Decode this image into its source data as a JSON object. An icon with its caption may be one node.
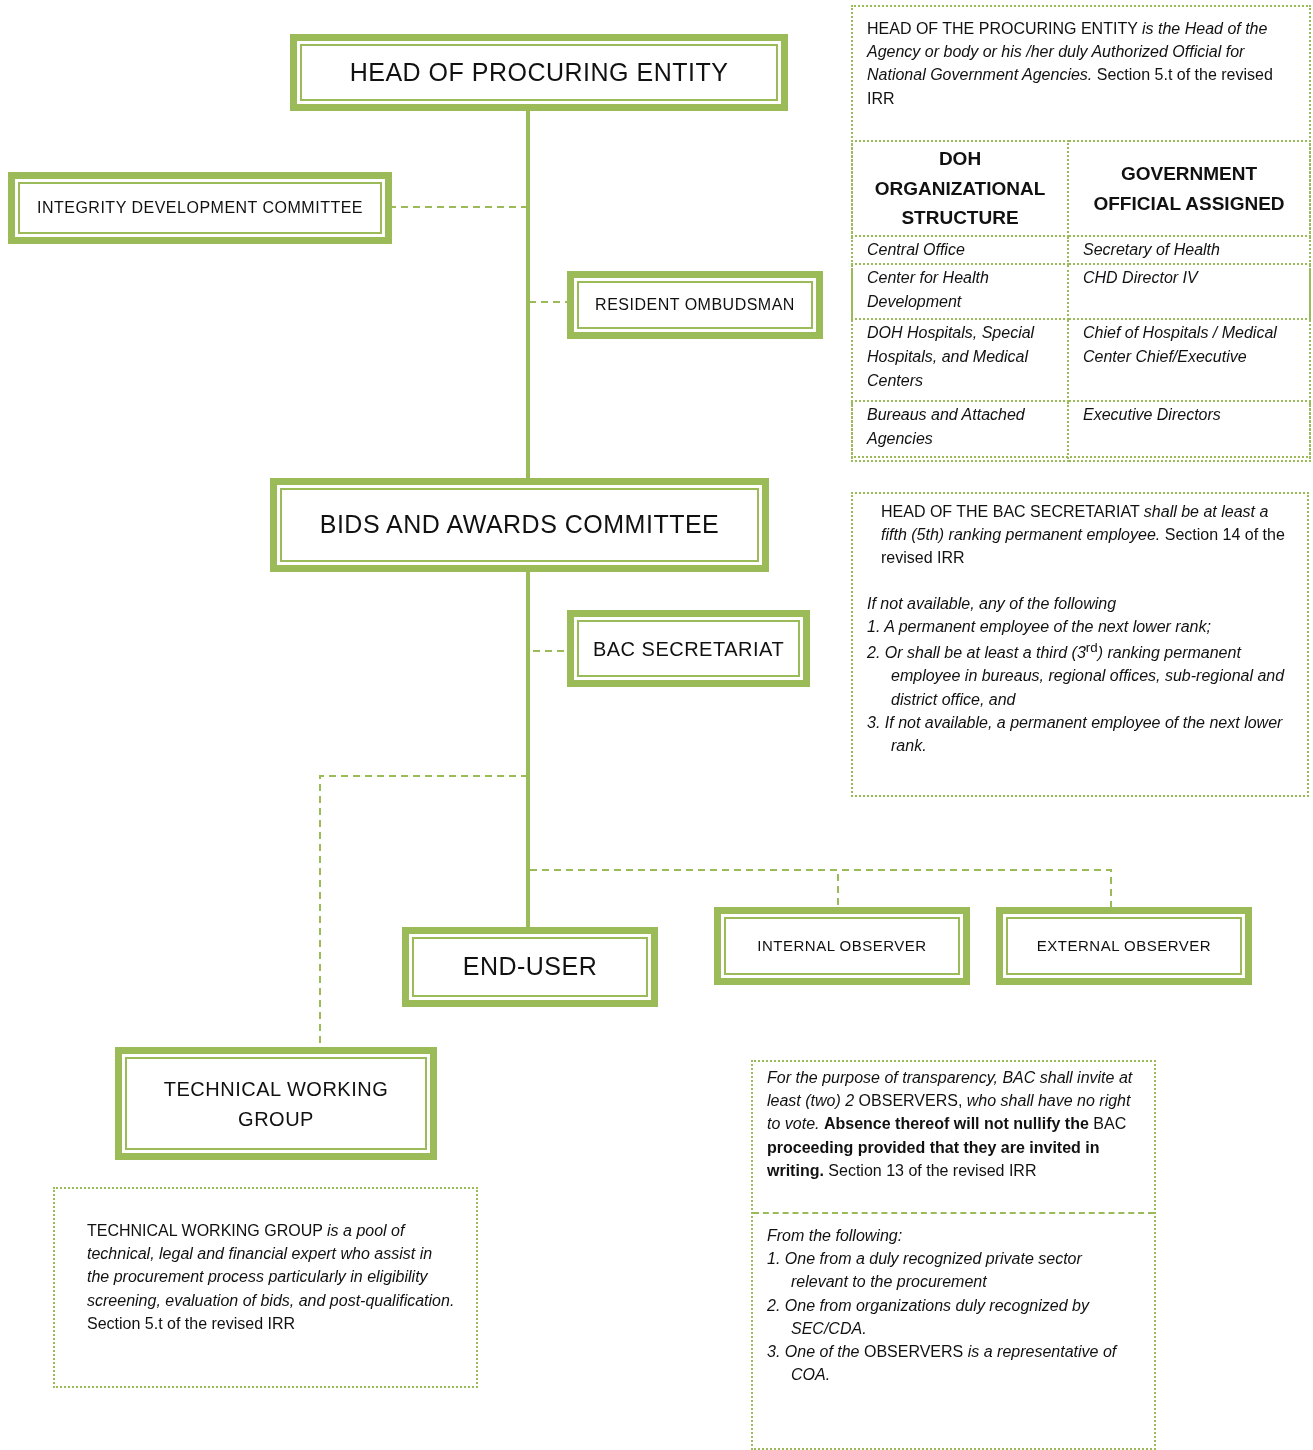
{
  "diagram": {
    "nodes": [
      {
        "text": [
          "HEAD OF PROCURING ENTITY"
        ]
      },
      {
        "text": [
          "INTEGRITY DEVELOPMENT COMMITTEE"
        ]
      },
      {
        "text": [
          "RESIDENT OMBUDSMAN"
        ]
      },
      {
        "text": [
          "BIDS AND AWARDS COMMITTEE"
        ]
      },
      {
        "text": [
          "BAC SECRETARIAT"
        ]
      },
      {
        "text": [
          "INTERNAL OBSERVER"
        ]
      },
      {
        "text": [
          "EXTERNAL OBSERVER"
        ]
      },
      {
        "text": [
          "END-USER"
        ]
      },
      {
        "text": [
          "TECHNICAL WORKING GROUP"
        ]
      },
      {
        "text": [
          "HEAD OF THE PROCURING ENTITY *is the Head of the Agency or body or his /her duly Authorized Official for National Government Agencies.* Section 5.t of the revised IRR"
        ]
      },
      {
        "text": [
          "HEAD OF THE BAC SECRETARIAT *shall be at least a fifth (5th) ranking permanent employee.* Section 14 of the revised IRR",
          "If not available, any of the following",
          "1. A permanent employee of the next lower rank;",
          "*2. Or shall be at least a third (3*$^{rd}$*) ranking permanent employee in bureaus, regional offices, sub-regional and district office, and*",
          "3. If not available, a permanent employee of the next lower rank."
        ]
      },
      {
        "text": [
          "*For the purpose of transparency, BAC shall invite at least (two) 2* OBSERVERS, *who shall have no right to vote.* **Absence thereof will not nullify the** BAC **proceeding provided that they are invited in writing.** Section 13 of the revised IRR",
          "From the following:",
          "1. One from a duly recognized private sector relevant to the procurement",
          "2. One from organizations duly recognized by SEC/CDA.",
          "*3. One of the* OBSERVERS *is a representative of COA.*"
        ]
      },
      {
        "text": [
          "TECHNICAL WORKING GROUP *is a pool of technical, legal and financial expert who assist in the procurement process particularly in eligibility screening, evaluation of bids, and post-qualification.* Section 5.t of the revised IRR"
        ]
      }
    ],
    "edges": [
      {
        "from": 0,
        "to": 3,
        "arrow": "none"
      },
      {
        "from": 0,
        "to": 1,
        "arrow": "none",
        "style": "dashed"
      },
      {
        "from": 0,
        "to": 2,
        "arrow": "none",
        "style": "dashed"
      },
      {
        "from": 3,
        "to": 4,
        "arrow": "none",
        "style": "dashed"
      },
      {
        "from": 3,
        "to": 7,
        "arrow": "none"
      },
      {
        "from": 3,
        "to": 5,
        "arrow": "none",
        "style": "dashed"
      },
      {
        "from": 3,
        "to": 6,
        "arrow": "none",
        "style": "dashed"
      },
      {
        "from": 3,
        "to": 8,
        "arrow": "none",
        "style": "dashed"
      }
    ],
    "labels": [
      "DOH ORGANIZATIONAL STRUCTURE",
      "GOVERNMENT OFFICIAL ASSIGNED",
      "Central Office",
      "Secretary of Health",
      "Center for Health Development",
      "CHD Director IV",
      "DOH Hospitals, Special Hospitals, and Medical Centers",
      "Chief of Hospitals / Medical Center Chief/Executive",
      "Bureaus and Attached Agencies",
      "Executive Directors"
    ]
  }
}
